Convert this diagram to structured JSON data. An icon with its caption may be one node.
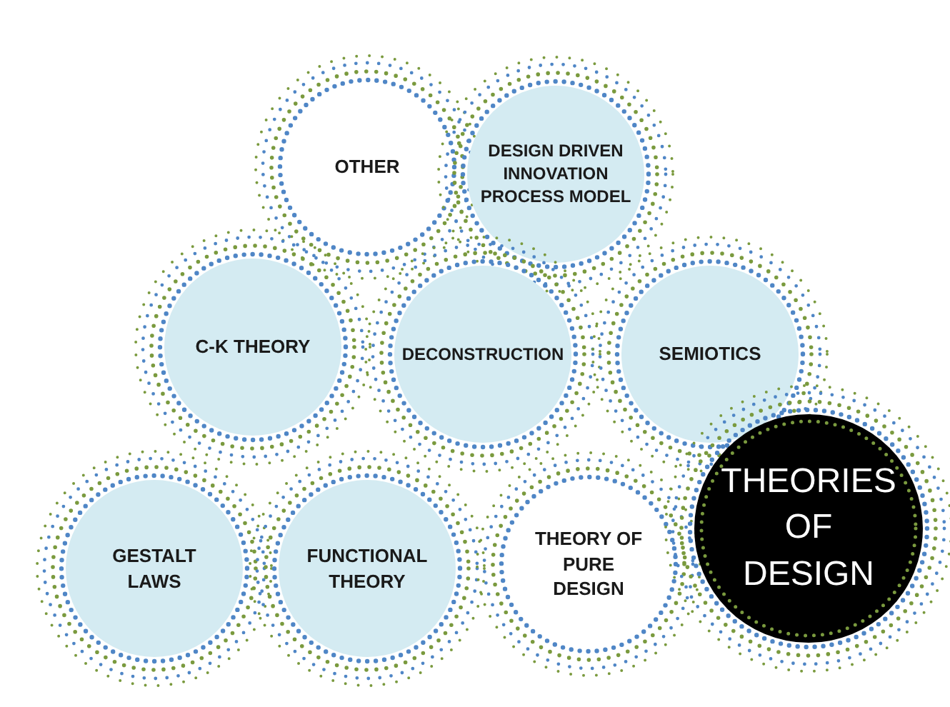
{
  "diagram": {
    "nodes": [
      {
        "text": [
          "OTHER"
        ]
      },
      {
        "text": [
          "DESIGN DRIVEN INNOVATION PROCESS MODEL"
        ]
      },
      {
        "text": [
          "C-K THEORY"
        ]
      },
      {
        "text": [
          "DECONSTRUCTION"
        ]
      },
      {
        "text": [
          "SEMIOTICS"
        ]
      },
      {
        "text": [
          "GESTALT LAWS"
        ]
      },
      {
        "text": [
          "FUNCTIONAL THEORY"
        ]
      },
      {
        "text": [
          "THEORY OF PURE DESIGN"
        ]
      },
      {
        "text": [
          "THEORIES OF DESIGN"
        ]
      }
    ]
  }
}
